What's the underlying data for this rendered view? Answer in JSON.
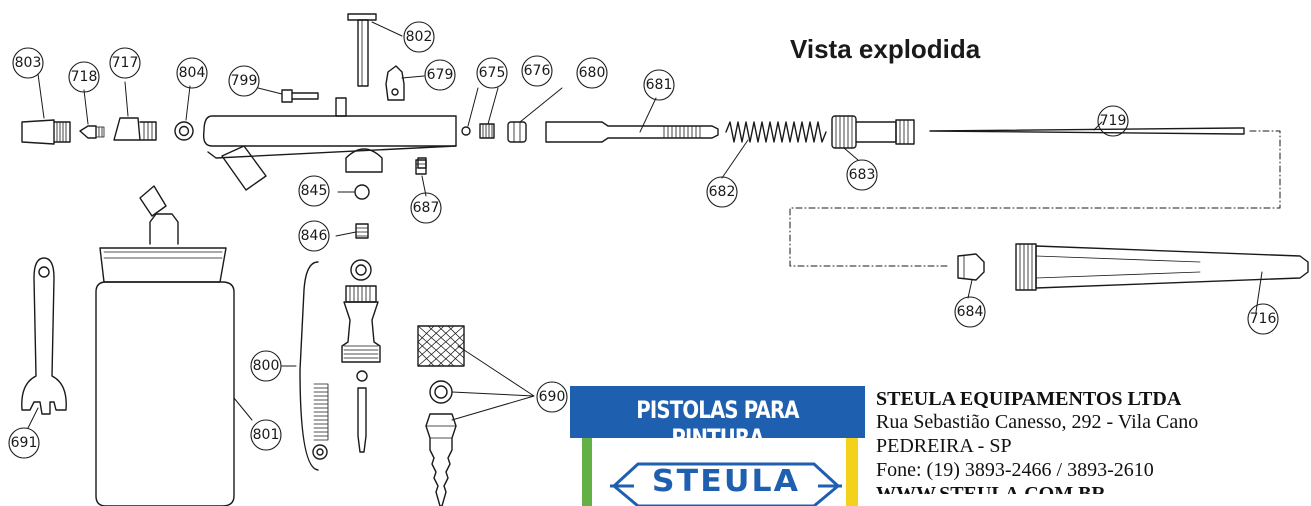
{
  "diagram": {
    "title": "Vista explodida",
    "part_labels": [
      "803",
      "718",
      "717",
      "804",
      "799",
      "802",
      "679",
      "675",
      "676",
      "680",
      "681",
      "682",
      "683",
      "719",
      "684",
      "716",
      "845",
      "687",
      "846",
      "800",
      "801",
      "690",
      "691"
    ]
  },
  "logo": {
    "band_text": "PISTOLAS PARA PINTURA",
    "brand": "STEULA",
    "colors": {
      "blue": "#1f5fb0",
      "green": "#63b145",
      "yellow": "#f4d11a"
    }
  },
  "company": {
    "name": "STEULA EQUIPAMENTOS LTDA",
    "address": "Rua Sebastião Canesso, 292 - Vila Cano",
    "city": "PEDREIRA - SP",
    "phone": "Fone: (19) 3893-2466 / 3893-2610",
    "website": "WWW.STEULA.COM.BR"
  }
}
